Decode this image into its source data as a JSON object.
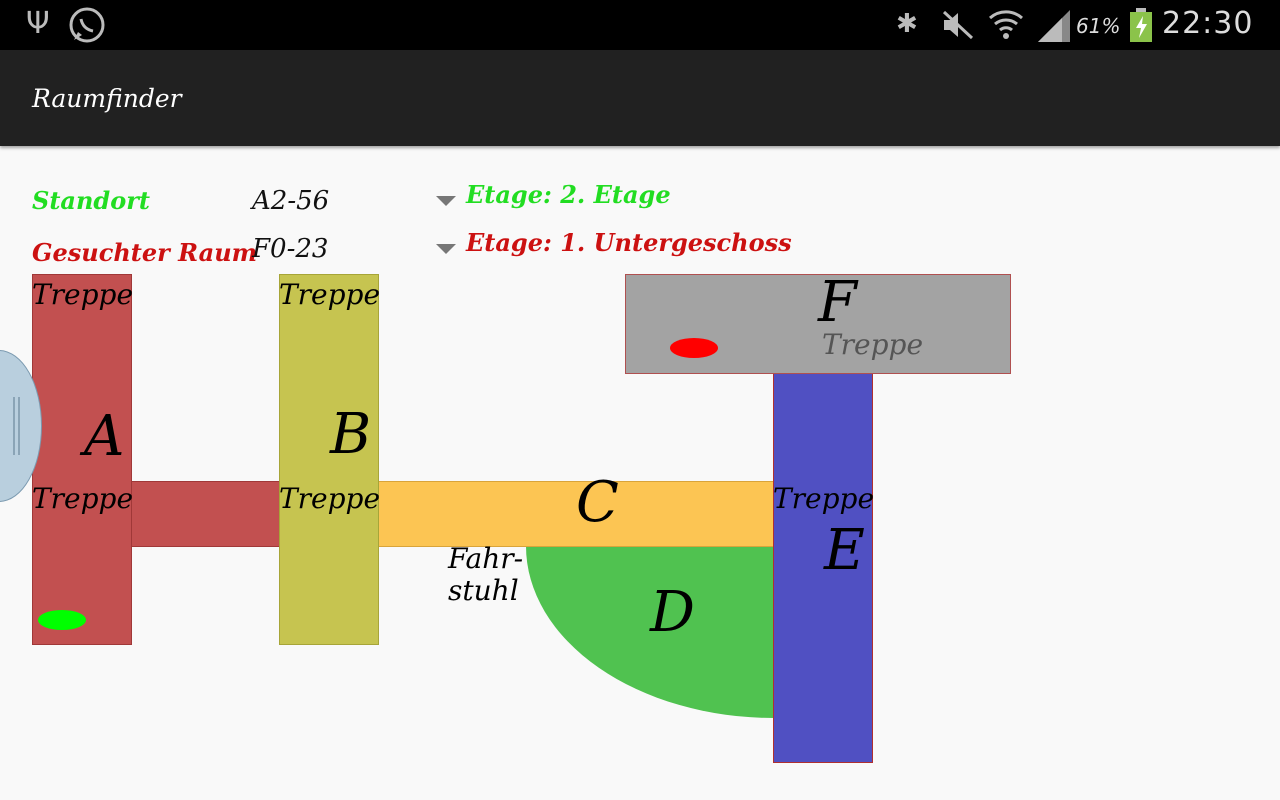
{
  "status_bar": {
    "battery": "61%",
    "time": "22:30",
    "left_icons": [
      "usb-icon",
      "whatsapp-icon"
    ],
    "right_icons": [
      "bluetooth-icon",
      "mute-icon",
      "wifi-icon",
      "signal-icon",
      "battery-charging-icon"
    ]
  },
  "action_bar": {
    "title": "Raumfinder"
  },
  "info": {
    "location_label": "Standort",
    "location_value": "A2-56",
    "target_label": "Gesuchter Raum",
    "target_value": "F0-23",
    "location_floor": "Etage: 2. Etage",
    "target_floor": "Etage: 1. Untergeschoss"
  },
  "map": {
    "building_a": {
      "label": "A",
      "color": "#c25050"
    },
    "building_b": {
      "label": "B",
      "color": "#c6c450"
    },
    "building_c": {
      "label": "C",
      "color": "#fcc553"
    },
    "building_d": {
      "label": "D",
      "color": "#50c250"
    },
    "building_e": {
      "label": "E",
      "color": "#5050c2"
    },
    "building_f": {
      "label": "F",
      "color": "#a3a3a3"
    },
    "stairs_label": "Treppe",
    "elevator_line1": "Fahr-",
    "elevator_line2": "stuhl",
    "location_marker_color": "#00ff00",
    "target_marker_color": "#ff0000"
  }
}
